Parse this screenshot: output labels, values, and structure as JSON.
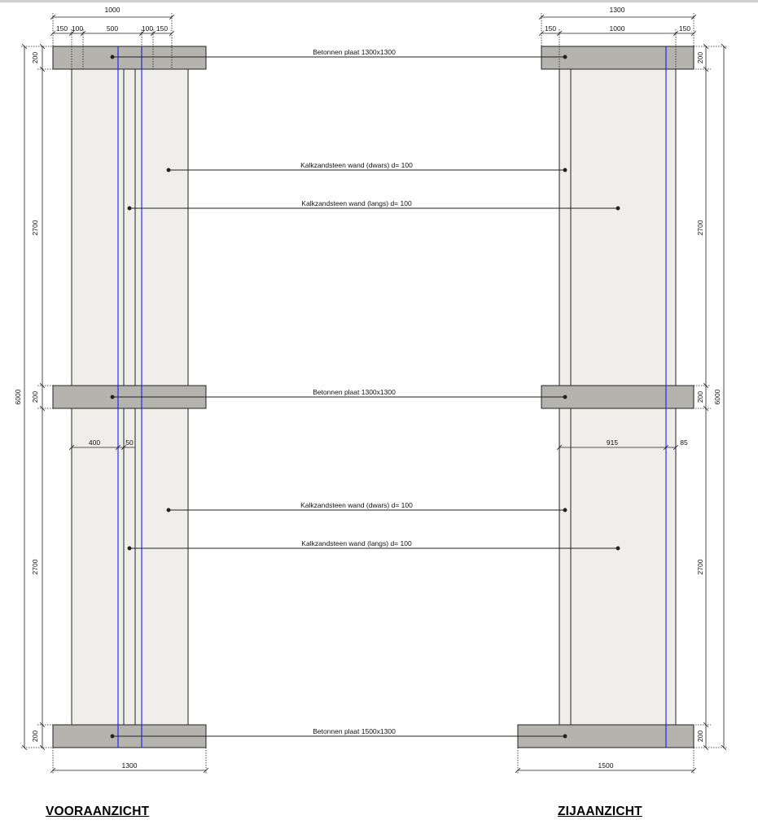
{
  "views": {
    "front_title": "VOORAANZICHT",
    "side_title": "ZIJAANZICHT"
  },
  "labels": {
    "slab_top": "Betonnen plaat 1300x1300",
    "slab_mid": "Betonnen plaat 1300x1300",
    "slab_bottom": "Betonnen plaat 1500x1300",
    "wall_dwars_1": "Kalkzandsteen wand (dwars) d= 100",
    "wall_langs_1": "Kalkzandsteen wand (langs) d= 100",
    "wall_dwars_2": "Kalkzandsteen wand (dwars) d= 100",
    "wall_langs_2": "Kalkzandsteen wand (langs) d= 100"
  },
  "dims_front": {
    "top_overall": "1000",
    "top_1": "150",
    "top_2": "100",
    "top_3": "500",
    "top_4": "100",
    "top_5": "150",
    "mid_1": "400",
    "mid_2": "50",
    "bottom": "1300",
    "slab_1": "200",
    "wall_1": "2700",
    "slab_2": "200",
    "wall_2": "2700",
    "slab_3": "200",
    "total": "6000"
  },
  "dims_side": {
    "top_overall": "1300",
    "top_1": "150",
    "top_2": "1000",
    "top_3": "150",
    "mid_1": "915",
    "mid_2": "85",
    "bottom": "1500",
    "slab_1": "200",
    "wall_1": "2700",
    "slab_2": "200",
    "wall_2": "2700",
    "slab_3": "200",
    "total": "6000"
  },
  "colors": {
    "slab_fill": "#b4b3ae",
    "wall_fill": "#efeeea",
    "line": "#222222",
    "accent": "#1a1aff"
  }
}
